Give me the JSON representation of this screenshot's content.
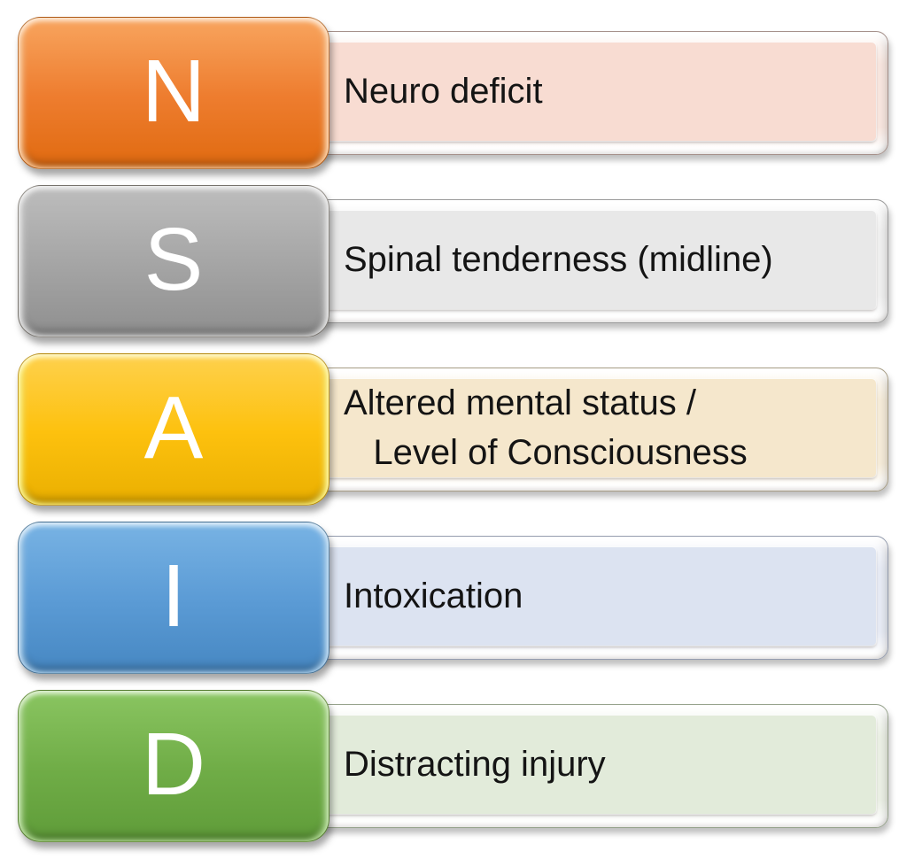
{
  "rows": [
    {
      "letter": "N",
      "label": "Neuro deficit",
      "colors": {
        "block-top": "#f8a55f",
        "block-mid": "#ee7d2f",
        "block-bottom": "#e06a10",
        "block-rim": "#ffc894",
        "bar-frame": "#fbe9e2",
        "bar-fill": "#f8dcd2",
        "bar-border": "#a5908a"
      }
    },
    {
      "letter": "S",
      "label": "Spinal tenderness (midline)",
      "colors": {
        "block-top": "#bdbdbd",
        "block-mid": "#a5a5a5",
        "block-bottom": "#8f8f8f",
        "block-rim": "#dedede",
        "bar-frame": "#f3f3f3",
        "bar-fill": "#e8e8e8",
        "bar-border": "#9b9b9b"
      }
    },
    {
      "letter": "A",
      "label": "Altered mental status /\n   Level of Consciousness",
      "colors": {
        "block-top": "#fed14d",
        "block-mid": "#fdc10e",
        "block-bottom": "#eaaf00",
        "block-rim": "#fff37a",
        "bar-frame": "#f9efdc",
        "bar-fill": "#f5e7cc",
        "bar-border": "#a79d85"
      }
    },
    {
      "letter": "I",
      "label": "Intoxication",
      "colors": {
        "block-top": "#78b3e4",
        "block-mid": "#5b9bd5",
        "block-bottom": "#4687c2",
        "block-rim": "#abd2f1",
        "bar-frame": "#eaeef8",
        "bar-fill": "#dce3f1",
        "bar-border": "#959daf"
      }
    },
    {
      "letter": "D",
      "label": "Distracting injury",
      "colors": {
        "block-top": "#8ac561",
        "block-mid": "#70ad47",
        "block-bottom": "#5f9c39",
        "block-rim": "#b0dc92",
        "bar-frame": "#eef3e8",
        "bar-fill": "#e2ebda",
        "bar-border": "#97a38d"
      }
    }
  ]
}
